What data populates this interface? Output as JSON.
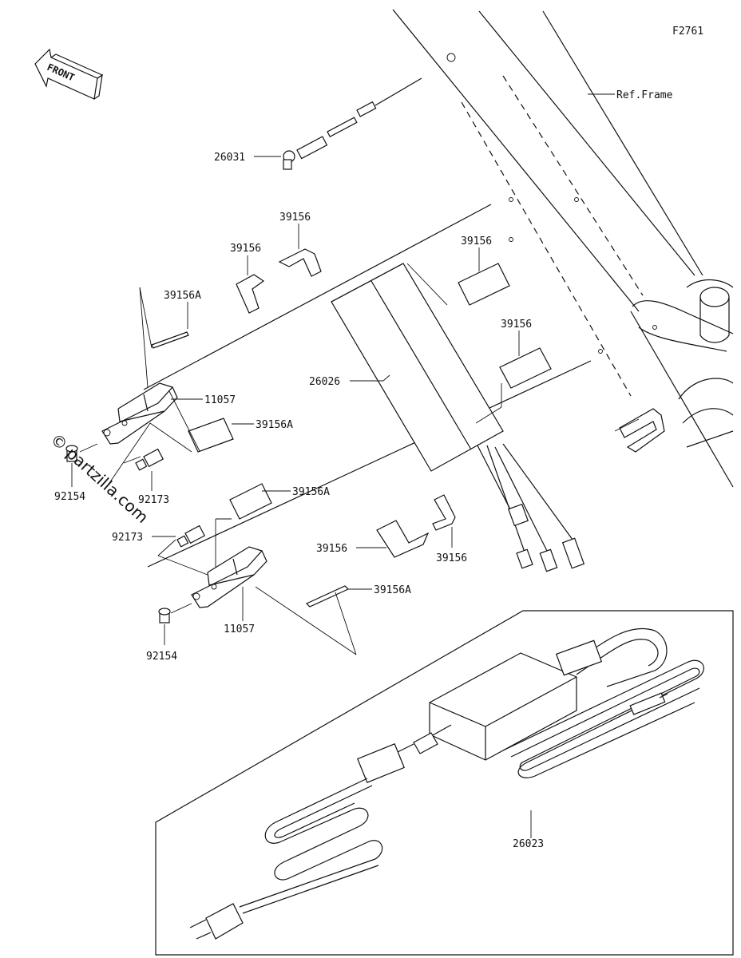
{
  "figure_code": "F2761",
  "ref_frame": "Ref.Frame",
  "front_label": "FRONT",
  "watermark": "© partzilla.com",
  "parts": {
    "sensor": "26031",
    "harness": "26026",
    "charger": "26023",
    "bracket_upper": "11057",
    "bracket_lower": "11057",
    "bolt_upper": "92154",
    "bolt_lower": "92154",
    "stud_upper": "92173",
    "stud_lower": "92173",
    "pad_a": "39156",
    "pad_b": "39156",
    "pad_c": "39156",
    "pad_d": "39156",
    "pad_e": "39156",
    "pad_f": "39156",
    "strip_upper": "39156A",
    "pad_a_upper": "39156A",
    "pad_a_lower": "39156A",
    "strip_lower": "39156A"
  }
}
